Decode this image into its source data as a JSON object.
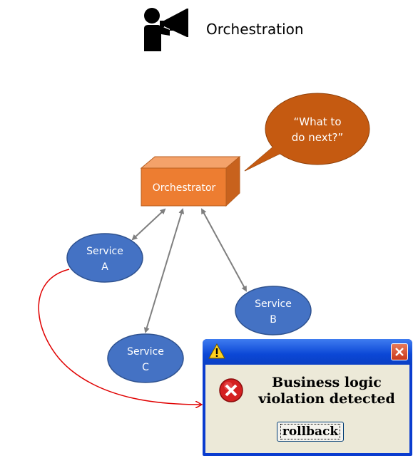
{
  "header": {
    "title": "Orchestration",
    "icon": "megaphone-person-icon"
  },
  "orchestrator": {
    "label": "Orchestrator"
  },
  "speech_bubble": {
    "line1": "“What to",
    "line2": "do next?”"
  },
  "services": {
    "a": {
      "line1": "Service",
      "line2": "A"
    },
    "b": {
      "line1": "Service",
      "line2": "B"
    },
    "c": {
      "line1": "Service",
      "line2": "C"
    }
  },
  "dialog": {
    "message_line1": "Business logic",
    "message_line2": "violation detected",
    "button_label": "rollback",
    "title_icon": "warning-icon",
    "body_icon": "error-icon"
  },
  "colors": {
    "orchestrator_fill": "#ed7d31",
    "bubble_fill": "#c55a11",
    "service_fill": "#4472c4",
    "connector": "#7f7f7f",
    "error_path": "#e00000"
  }
}
